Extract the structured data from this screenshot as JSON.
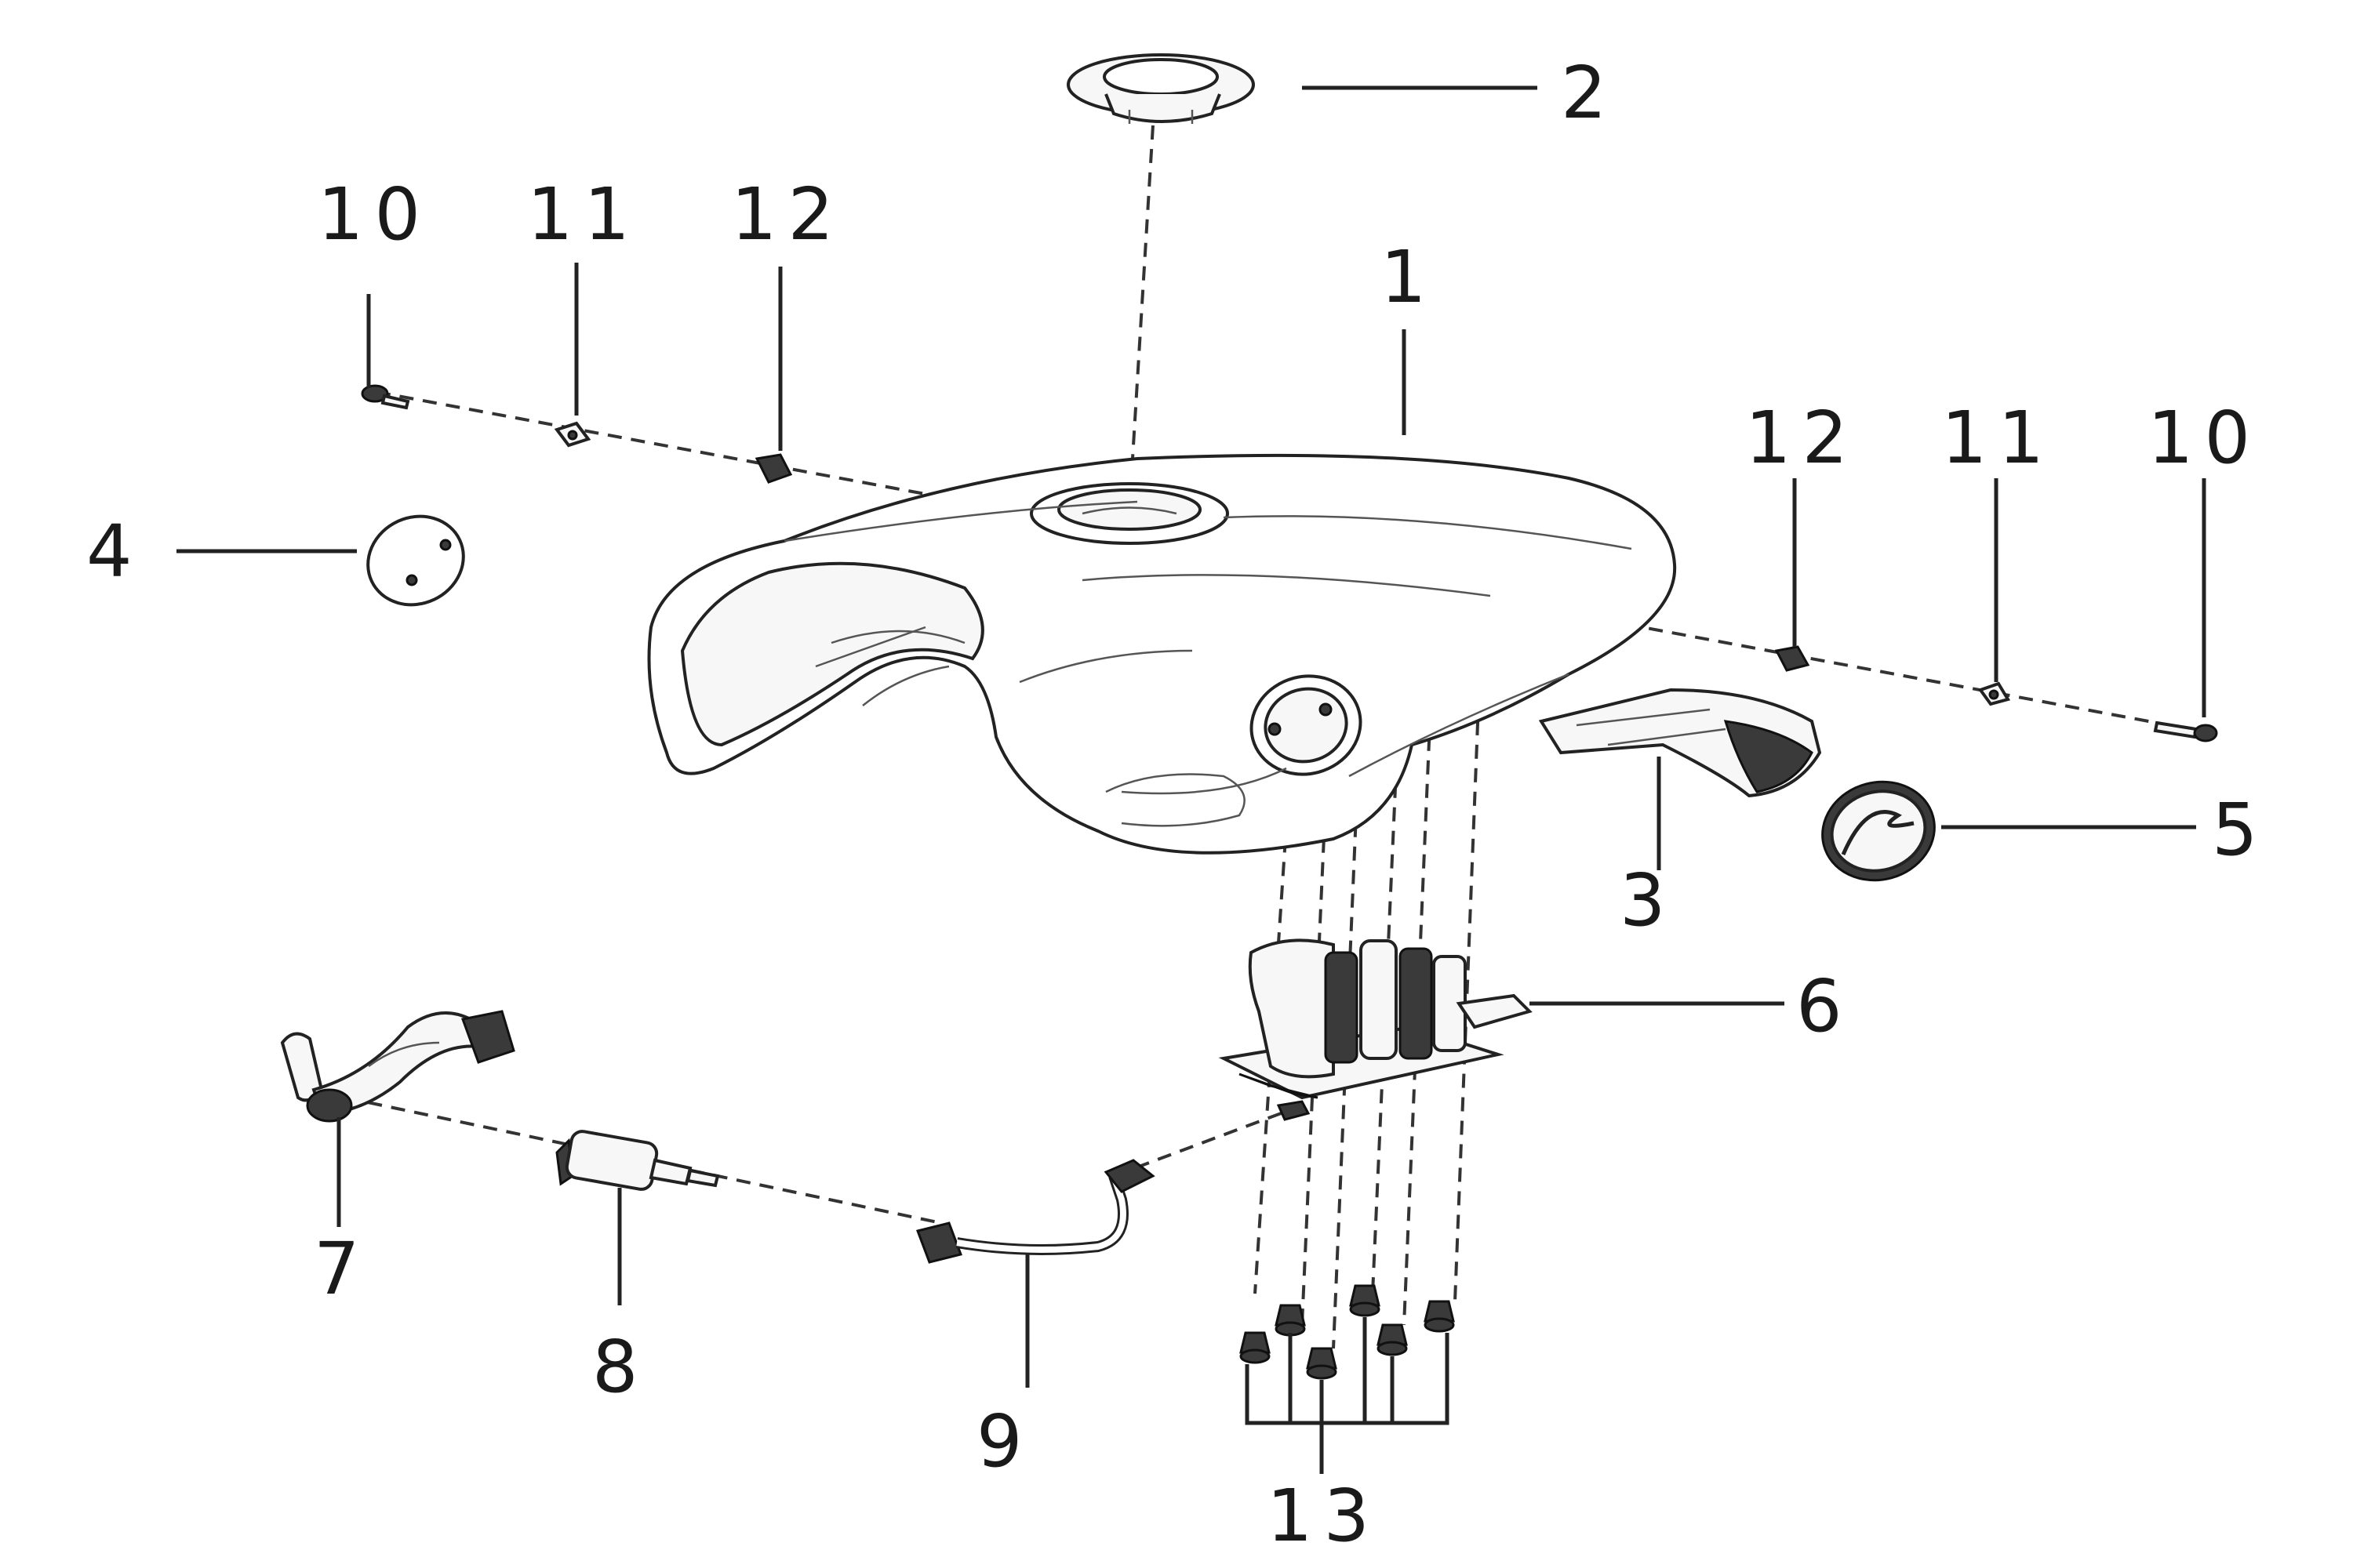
{
  "diagram": {
    "callouts": [
      {
        "id": "part-1",
        "label": "1"
      },
      {
        "id": "part-2",
        "label": "2"
      },
      {
        "id": "part-3",
        "label": "3"
      },
      {
        "id": "part-4",
        "label": "4"
      },
      {
        "id": "part-5",
        "label": "5"
      },
      {
        "id": "part-6",
        "label": "6"
      },
      {
        "id": "part-7",
        "label": "7"
      },
      {
        "id": "part-8",
        "label": "8"
      },
      {
        "id": "part-9",
        "label": "9"
      },
      {
        "id": "part-10-left",
        "label": "10"
      },
      {
        "id": "part-11-left",
        "label": "11"
      },
      {
        "id": "part-12-left",
        "label": "12"
      },
      {
        "id": "part-10-right",
        "label": "10"
      },
      {
        "id": "part-11-right",
        "label": "11"
      },
      {
        "id": "part-12-right",
        "label": "12"
      },
      {
        "id": "part-13",
        "label": "13"
      }
    ]
  }
}
